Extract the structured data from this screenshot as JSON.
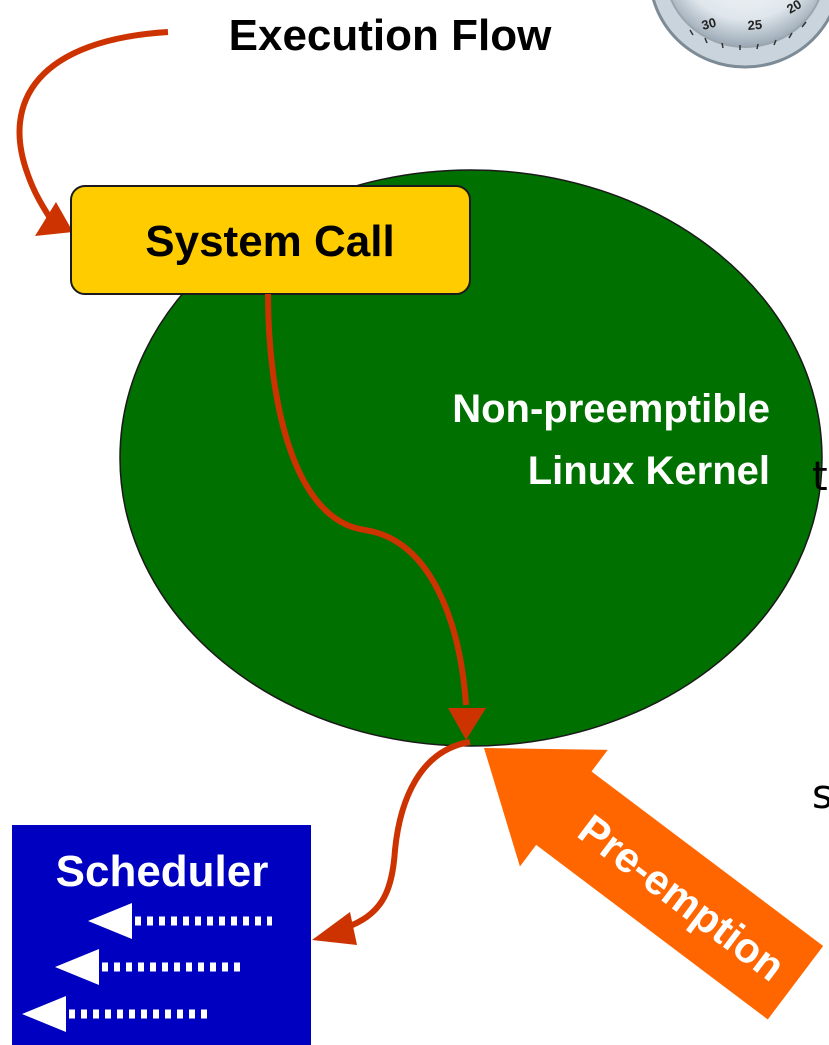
{
  "title": "Execution Flow",
  "system_call": {
    "label": "System Call"
  },
  "kernel": {
    "line1": "Non-preemptible",
    "line2": "Linux Kernel"
  },
  "scheduler": {
    "label": "Scheduler"
  },
  "preemption": {
    "label": "Pre-emption"
  },
  "stopwatch": {
    "numbers": [
      "30",
      "25",
      "20"
    ]
  },
  "cut_text": [
    "t",
    "s"
  ],
  "colors": {
    "flow_arrow": "#cc3300",
    "system_call_fill": "#ffcc00",
    "kernel_fill": "#007000",
    "scheduler_fill": "#0000c0",
    "preemption_arrow": "#ff6600"
  }
}
